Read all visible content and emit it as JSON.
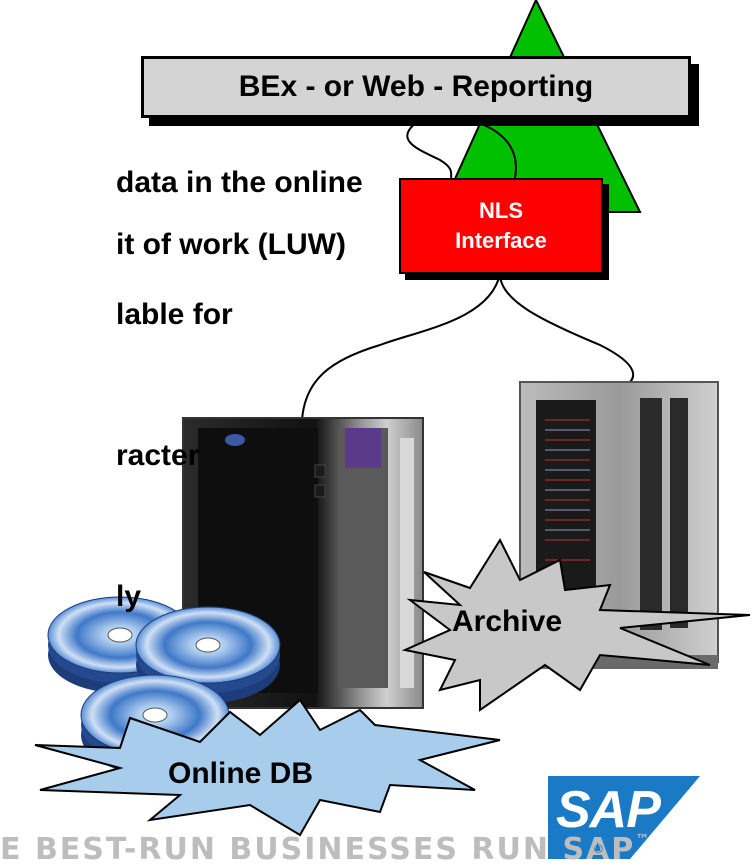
{
  "diagram": {
    "reporting_label": "BEx - or Web - Reporting",
    "nls": {
      "line1": "NLS",
      "line2": "Interface"
    },
    "archive_label": "Archive",
    "online_db_label": "Online DB"
  },
  "bullets": [
    "data in the online",
    "it of work (LUW)",
    "lable for",
    "racter",
    "ly"
  ],
  "footer": {
    "tagline": "E BEST-RUN BUSINESSES RUN SAP",
    "trademark": "™",
    "logo_text": "SAP",
    "registered": "®"
  },
  "colors": {
    "triangle": "#00c000",
    "nls_box": "#ff0000",
    "reporting_box": "#d4d4d4",
    "starburst_fill": "#a8ccec",
    "archive_burst_fill": "#c8c8c8",
    "sap_logo": "#1a7ac6"
  }
}
